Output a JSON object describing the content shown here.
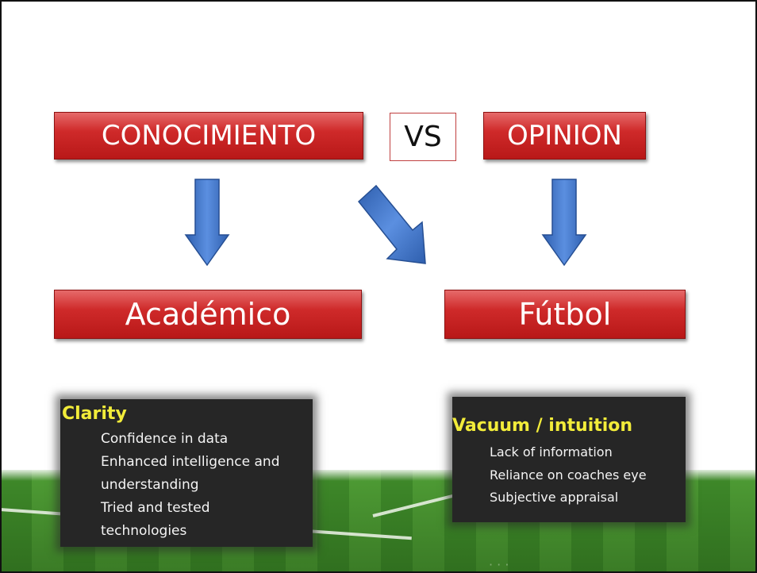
{
  "top_row": {
    "left_label": "CONOCIMIENTO",
    "vs_label": "VS",
    "right_label": "OPINION"
  },
  "middle_row": {
    "left_label": "Académico",
    "right_label": "Fútbol"
  },
  "left_panel": {
    "heading": "Clarity",
    "items": [
      "Confidence in data",
      "Enhanced intelligence and",
      "understanding",
      "Tried and tested",
      "technologies"
    ]
  },
  "right_panel": {
    "heading": "Vacuum / intuition",
    "items": [
      "Lack of information",
      "Reliance on coaches eye",
      "Subjective appraisal"
    ]
  },
  "colors": {
    "red_box": "#cf2a2a",
    "arrow_blue": "#3b6fc4",
    "panel_bg": "#262626",
    "heading_yellow": "#f2ec3a"
  },
  "background_image": "soccer-field-grass"
}
